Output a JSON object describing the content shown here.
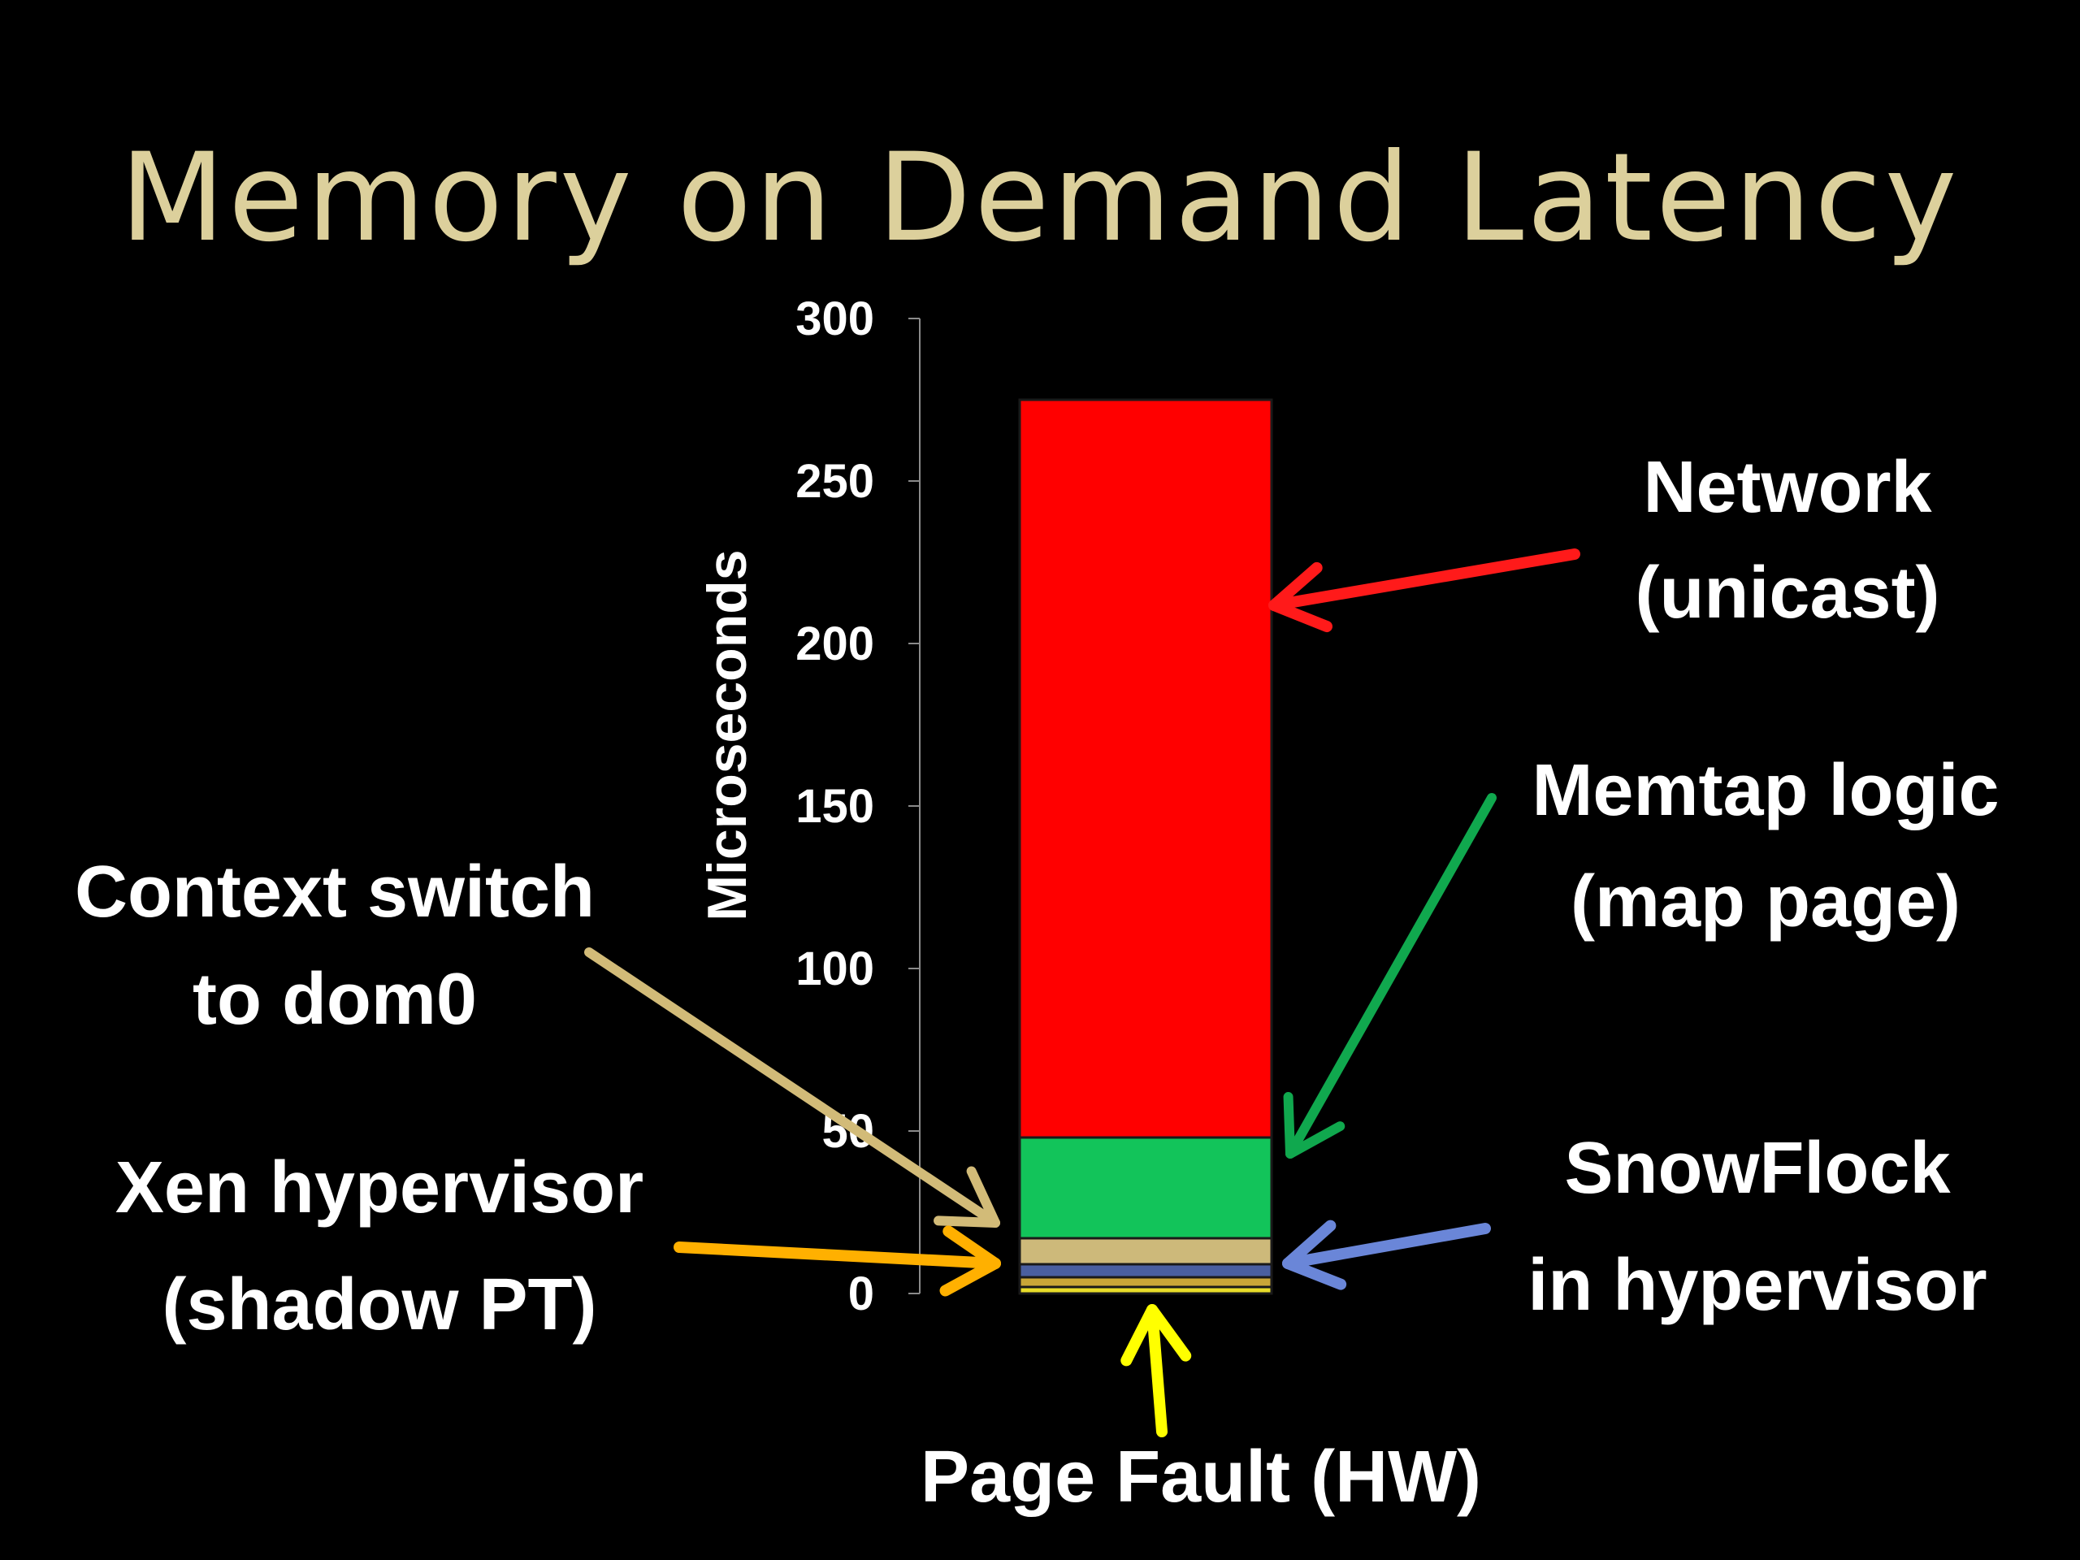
{
  "slide": {
    "title": "Memory on Demand Latency",
    "background": "#000000"
  },
  "chart_data": {
    "type": "bar",
    "stacked": true,
    "categories": [
      ""
    ],
    "title": "Memory on Demand Latency",
    "xlabel": "",
    "ylabel": "Microseconds",
    "ylim": [
      0,
      300
    ],
    "yticks": [
      0,
      50,
      100,
      150,
      200,
      250,
      300
    ],
    "grid": false,
    "series": [
      {
        "name": "Page Fault (HW)",
        "values": [
          2
        ],
        "color": "#e8dc2a"
      },
      {
        "name": "Xen hypervisor (shadow  PT)",
        "values": [
          3
        ],
        "color": "#c9a638"
      },
      {
        "name": "SnowFlock in hypervisor",
        "values": [
          4
        ],
        "color": "#4a5fa0"
      },
      {
        "name": "Context switch to dom0",
        "values": [
          8
        ],
        "color": "#cdb97a"
      },
      {
        "name": "Memtap logic (map page)",
        "values": [
          31
        ],
        "color": "#12c45a"
      },
      {
        "name": "Network (unicast)",
        "values": [
          227
        ],
        "color": "#ff0000"
      }
    ]
  },
  "annotations": [
    {
      "id": "network",
      "lines": [
        "Network",
        "(unicast)"
      ],
      "arrow_color": "#ff1a1a"
    },
    {
      "id": "memtap",
      "lines": [
        "Memtap logic",
        "(map page)"
      ],
      "arrow_color": "#10a84e"
    },
    {
      "id": "context",
      "lines": [
        "Context switch",
        "to dom0"
      ],
      "arrow_color": "#d2bb78"
    },
    {
      "id": "xen",
      "lines": [
        "Xen hypervisor",
        "(shadow  PT)"
      ],
      "arrow_color": "#ffb000"
    },
    {
      "id": "snowflock",
      "lines": [
        "SnowFlock",
        "in hypervisor"
      ],
      "arrow_color": "#6a86d8"
    },
    {
      "id": "pagefault",
      "lines": [
        "Page Fault (HW)"
      ],
      "arrow_color": "#ffff00"
    }
  ]
}
